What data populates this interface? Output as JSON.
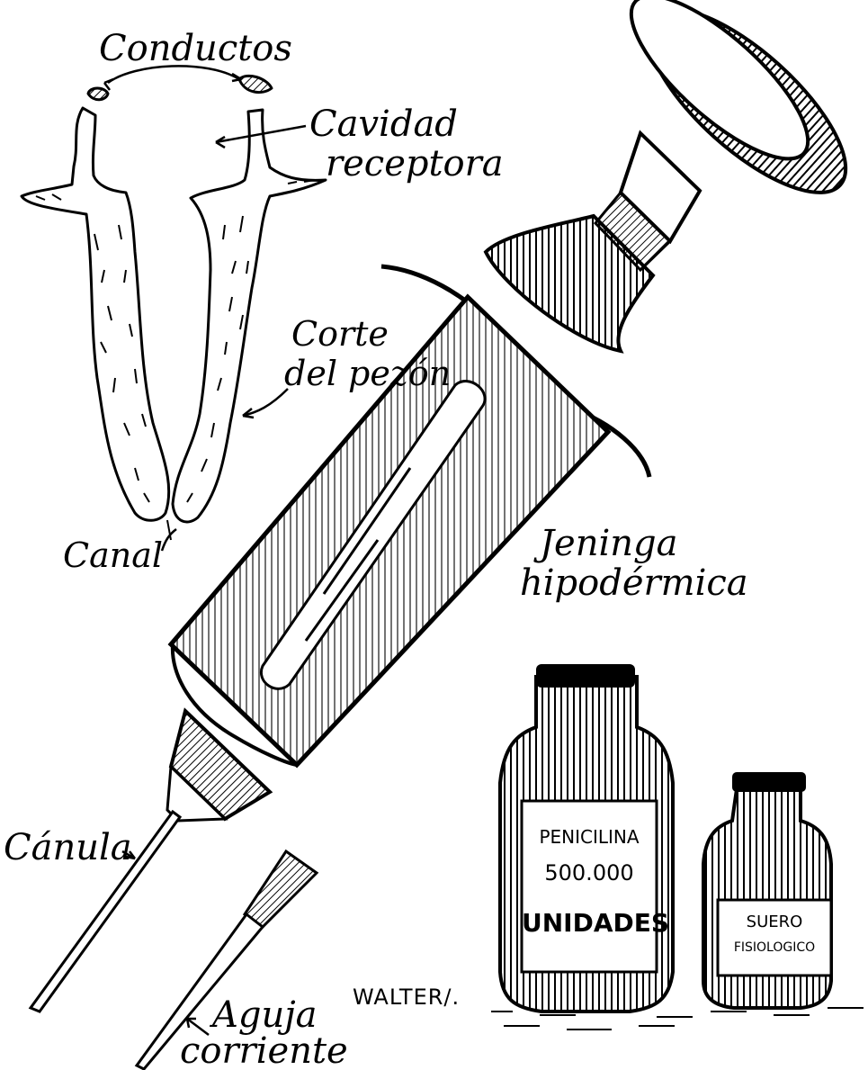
{
  "labels": {
    "conductos": "Conductos",
    "cavidad_line1": "Cavidad",
    "cavidad_line2": "receptora",
    "corte_line1": "Corte",
    "corte_line2": "del pezón",
    "canal": "Canal",
    "jeringa_line1": "Jeninga",
    "jeringa_line2": "hipodérmica",
    "canula": "Cánula",
    "aguja_line1": "Aguja",
    "aguja_line2": "corriente"
  },
  "vials": {
    "penicilina_line1": "PENICILINA",
    "penicilina_line2": "500.000",
    "penicilina_line3": "UNIDADES",
    "suero_line1": "SUERO",
    "suero_line2": "FISIOLOGICO"
  },
  "signature": "WALTER/."
}
